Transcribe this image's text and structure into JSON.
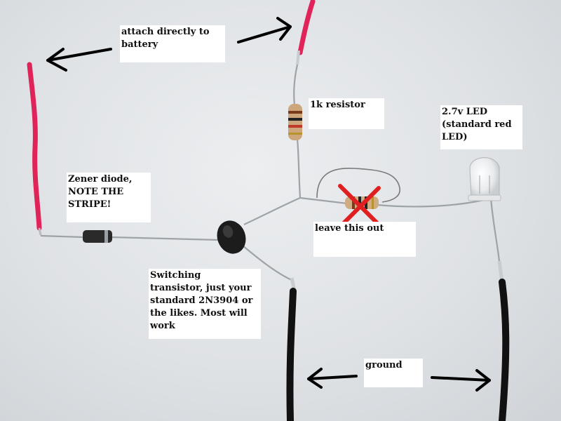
{
  "photo": {
    "description_icons": [
      "red-wire-icon",
      "black-wire-icon",
      "zener-diode-icon",
      "transistor-icon",
      "resistor-icon",
      "led-icon",
      "arrow-icon",
      "x-mark-icon"
    ],
    "colors": {
      "background": "#dfe2e5",
      "red_wire": "#e0245a",
      "black_wire": "#111111",
      "lead_wire": "#9ea3a8",
      "x_mark": "#e02020",
      "bypass_outline": "#7a7a7a",
      "arrow": "#000000"
    }
  },
  "labels": {
    "battery": "attach directly to\nbattery",
    "resistor": "1k resistor",
    "led": "2.7v LED\n(standard red\nLED)",
    "zener": "Zener diode,\nNOTE THE\nSTRIPE!",
    "leave_out": "leave this out",
    "transistor": "Switching\ntransistor, just your\nstandard 2N3904 or\nthe likes. Most will\nwork",
    "ground": "ground"
  }
}
